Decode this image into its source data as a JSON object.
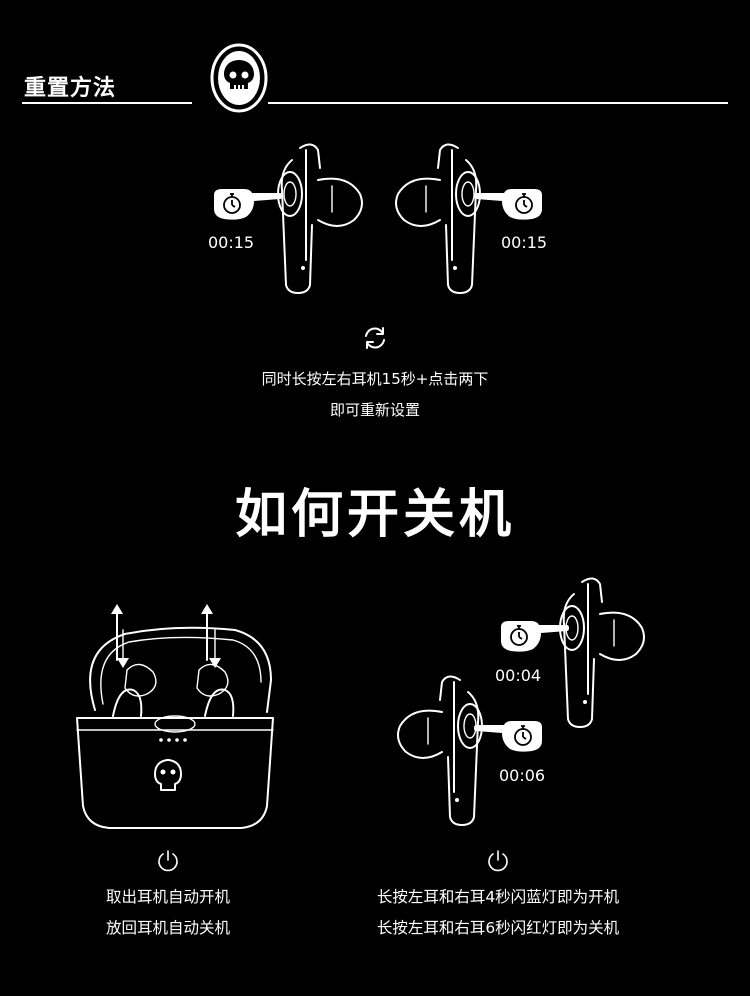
{
  "reset": {
    "title": "重置方法",
    "left_timer": "00:15",
    "right_timer": "00:15",
    "caption_line1": "同时长按左右耳机15秒+点击两下",
    "caption_line2": "即可重新设置"
  },
  "power": {
    "title": "如何开关机",
    "case_caption_line1": "取出耳机自动开机",
    "case_caption_line2": "放回耳机自动关机",
    "buds_timer_on": "00:04",
    "buds_timer_off": "00:06",
    "buds_caption_line1": "长按左耳和右耳4秒闪蓝灯即为开机",
    "buds_caption_line2": "长按左耳和右耳6秒闪红灯即为关机"
  },
  "icons": {
    "logo": "skull-logo-icon",
    "reset": "refresh-icon",
    "power": "power-icon",
    "hand": "hand-press-icon",
    "timer": "stopwatch-icon"
  }
}
